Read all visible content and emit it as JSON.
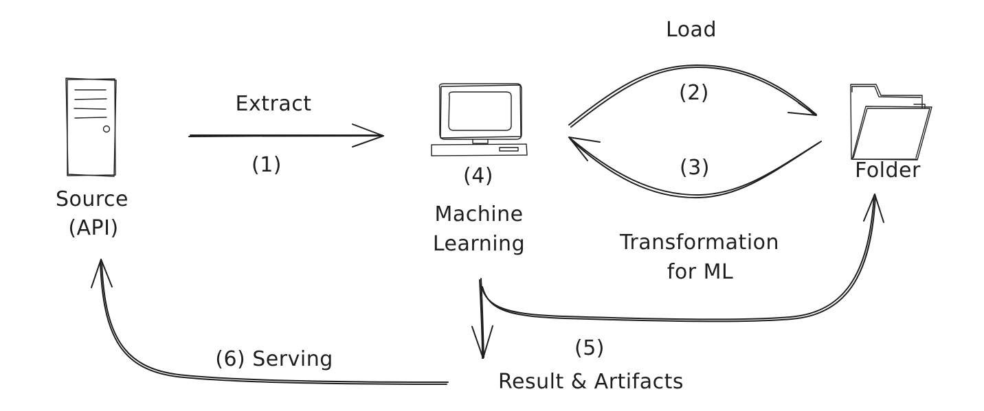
{
  "nodes": {
    "source": {
      "line1": "Source",
      "line2": "(API)",
      "icon": "server-tower-icon"
    },
    "ml": {
      "step": "(4)",
      "line1": "Machine",
      "line2": "Learning",
      "icon": "computer-monitor-icon"
    },
    "folder": {
      "label": "Folder",
      "icon": "folder-icon"
    },
    "result": {
      "label": "Result & Artifacts"
    }
  },
  "edges": {
    "extract": {
      "label": "Extract",
      "step": "(1)"
    },
    "load": {
      "label": "Load",
      "step": "(2)"
    },
    "transform": {
      "step": "(3)",
      "line1": "Transformation",
      "line2": "for ML"
    },
    "save": {
      "step": "(5)"
    },
    "serving": {
      "label": "(6) Serving"
    }
  }
}
